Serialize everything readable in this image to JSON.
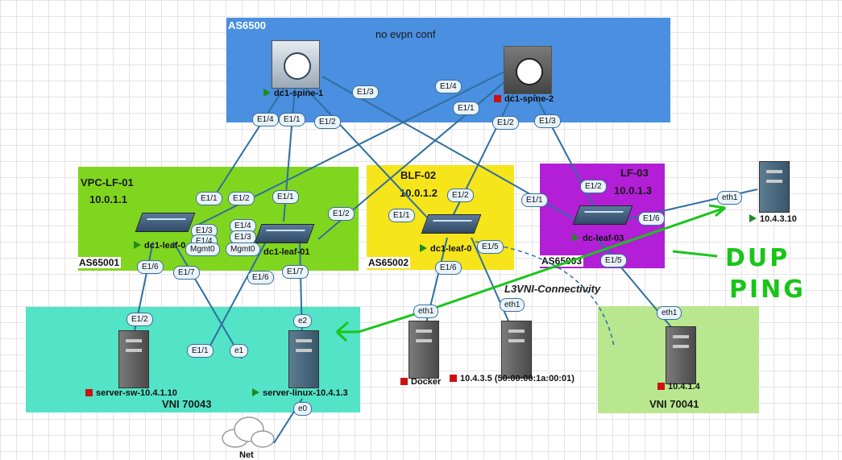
{
  "zones": {
    "spine": {
      "as": "AS6500",
      "note": "no evpn conf",
      "color": "#4a8fe0"
    },
    "vpc": {
      "title": "VPC-LF-01",
      "ip": "10.0.1.1",
      "as": "AS65001",
      "color": "#80d61e"
    },
    "blf": {
      "title": "BLF-02",
      "ip": "10.0.1.2",
      "as": "AS65002",
      "color": "#f5e51a"
    },
    "lf03": {
      "title": "LF-03",
      "ip": "10.0.1.3",
      "as": "AS65003",
      "color": "#b21fd6"
    },
    "vni43": {
      "label": "VNI 70043",
      "color": "#53e3c6"
    },
    "vni41": {
      "label": "VNI 70041",
      "color": "#b8e78f"
    }
  },
  "devices": {
    "spine1": {
      "label": "dc1-spine-1",
      "status": "up"
    },
    "spine2": {
      "label": "dc1-spine-2",
      "status": "down"
    },
    "leaf01a": {
      "label": "dc1-leaf-0"
    },
    "leaf01b": {
      "label": "dc1-leaf-01"
    },
    "leaf02": {
      "label": "dc1-leaf-0"
    },
    "leaf03": {
      "label": "dc-leaf-03"
    },
    "server_sw": {
      "label": "server-sw-10.4.1.10",
      "status": "down"
    },
    "server_linux": {
      "label": "server-linux-10.4.1.3",
      "status": "up"
    },
    "docker": {
      "label": "Docker",
      "status": "down"
    },
    "host435": {
      "label": "10.4.3.5 (50:00:00:1a:00:01)",
      "status": "down"
    },
    "host4310": {
      "label": "10.4.3.10",
      "status": "up"
    },
    "host414": {
      "label": "10.4.1.4",
      "status": "down"
    },
    "net": {
      "label": "Net"
    }
  },
  "ports": {
    "s1_e13": "E1/3",
    "s1_e14": "E1/4",
    "s1_e11": "E1/1",
    "s1_e12": "E1/2",
    "s2_e14": "E1/4",
    "s2_e11": "E1/1",
    "s2_e12": "E1/2",
    "s2_e13": "E1/3",
    "l1_e11": "E1/1",
    "l1_e12": "E1/2",
    "l1_e13": "E1/3",
    "l1_e14a": "E1/4",
    "l1_e14b": "E1/4",
    "l1_e13b": "E1/3",
    "l1_mgmt_a": "Mgmt0",
    "l1_mgmt_b": "Mgmt0",
    "l1b_e11": "E1/1",
    "l1b_e12": "E1/2",
    "l1_e16": "E1/6",
    "l1_e17": "E1/7",
    "l1b_e16": "E1/6",
    "l1b_e17": "E1/7",
    "l2_e11": "E1/1",
    "l2_e12": "E1/2",
    "l2_e15": "E1/5",
    "l2_e16": "E1/6",
    "l3_e12": "E1/2",
    "l3_e11": "E1/1",
    "l3_e16": "E1/6",
    "l3_e15": "E1/5",
    "sw_e12": "E1/2",
    "sw_e11": "E1/1",
    "lin_e1": "e1",
    "lin_e2": "e2",
    "lin_e0": "e0",
    "docker_eth1": "eth1",
    "h435_eth1": "eth1",
    "h4310_eth1": "eth1",
    "h414_eth1": "eth1"
  },
  "annotations": {
    "l3vni": "L3VNI-Connectivity",
    "handwritten_1": "DUP",
    "handwritten_2": "PING"
  },
  "colors": {
    "link": "#2f6f9f",
    "ping_arrow": "#18c518",
    "status_up": "#1c8c1c",
    "status_down": "#cc1111"
  }
}
